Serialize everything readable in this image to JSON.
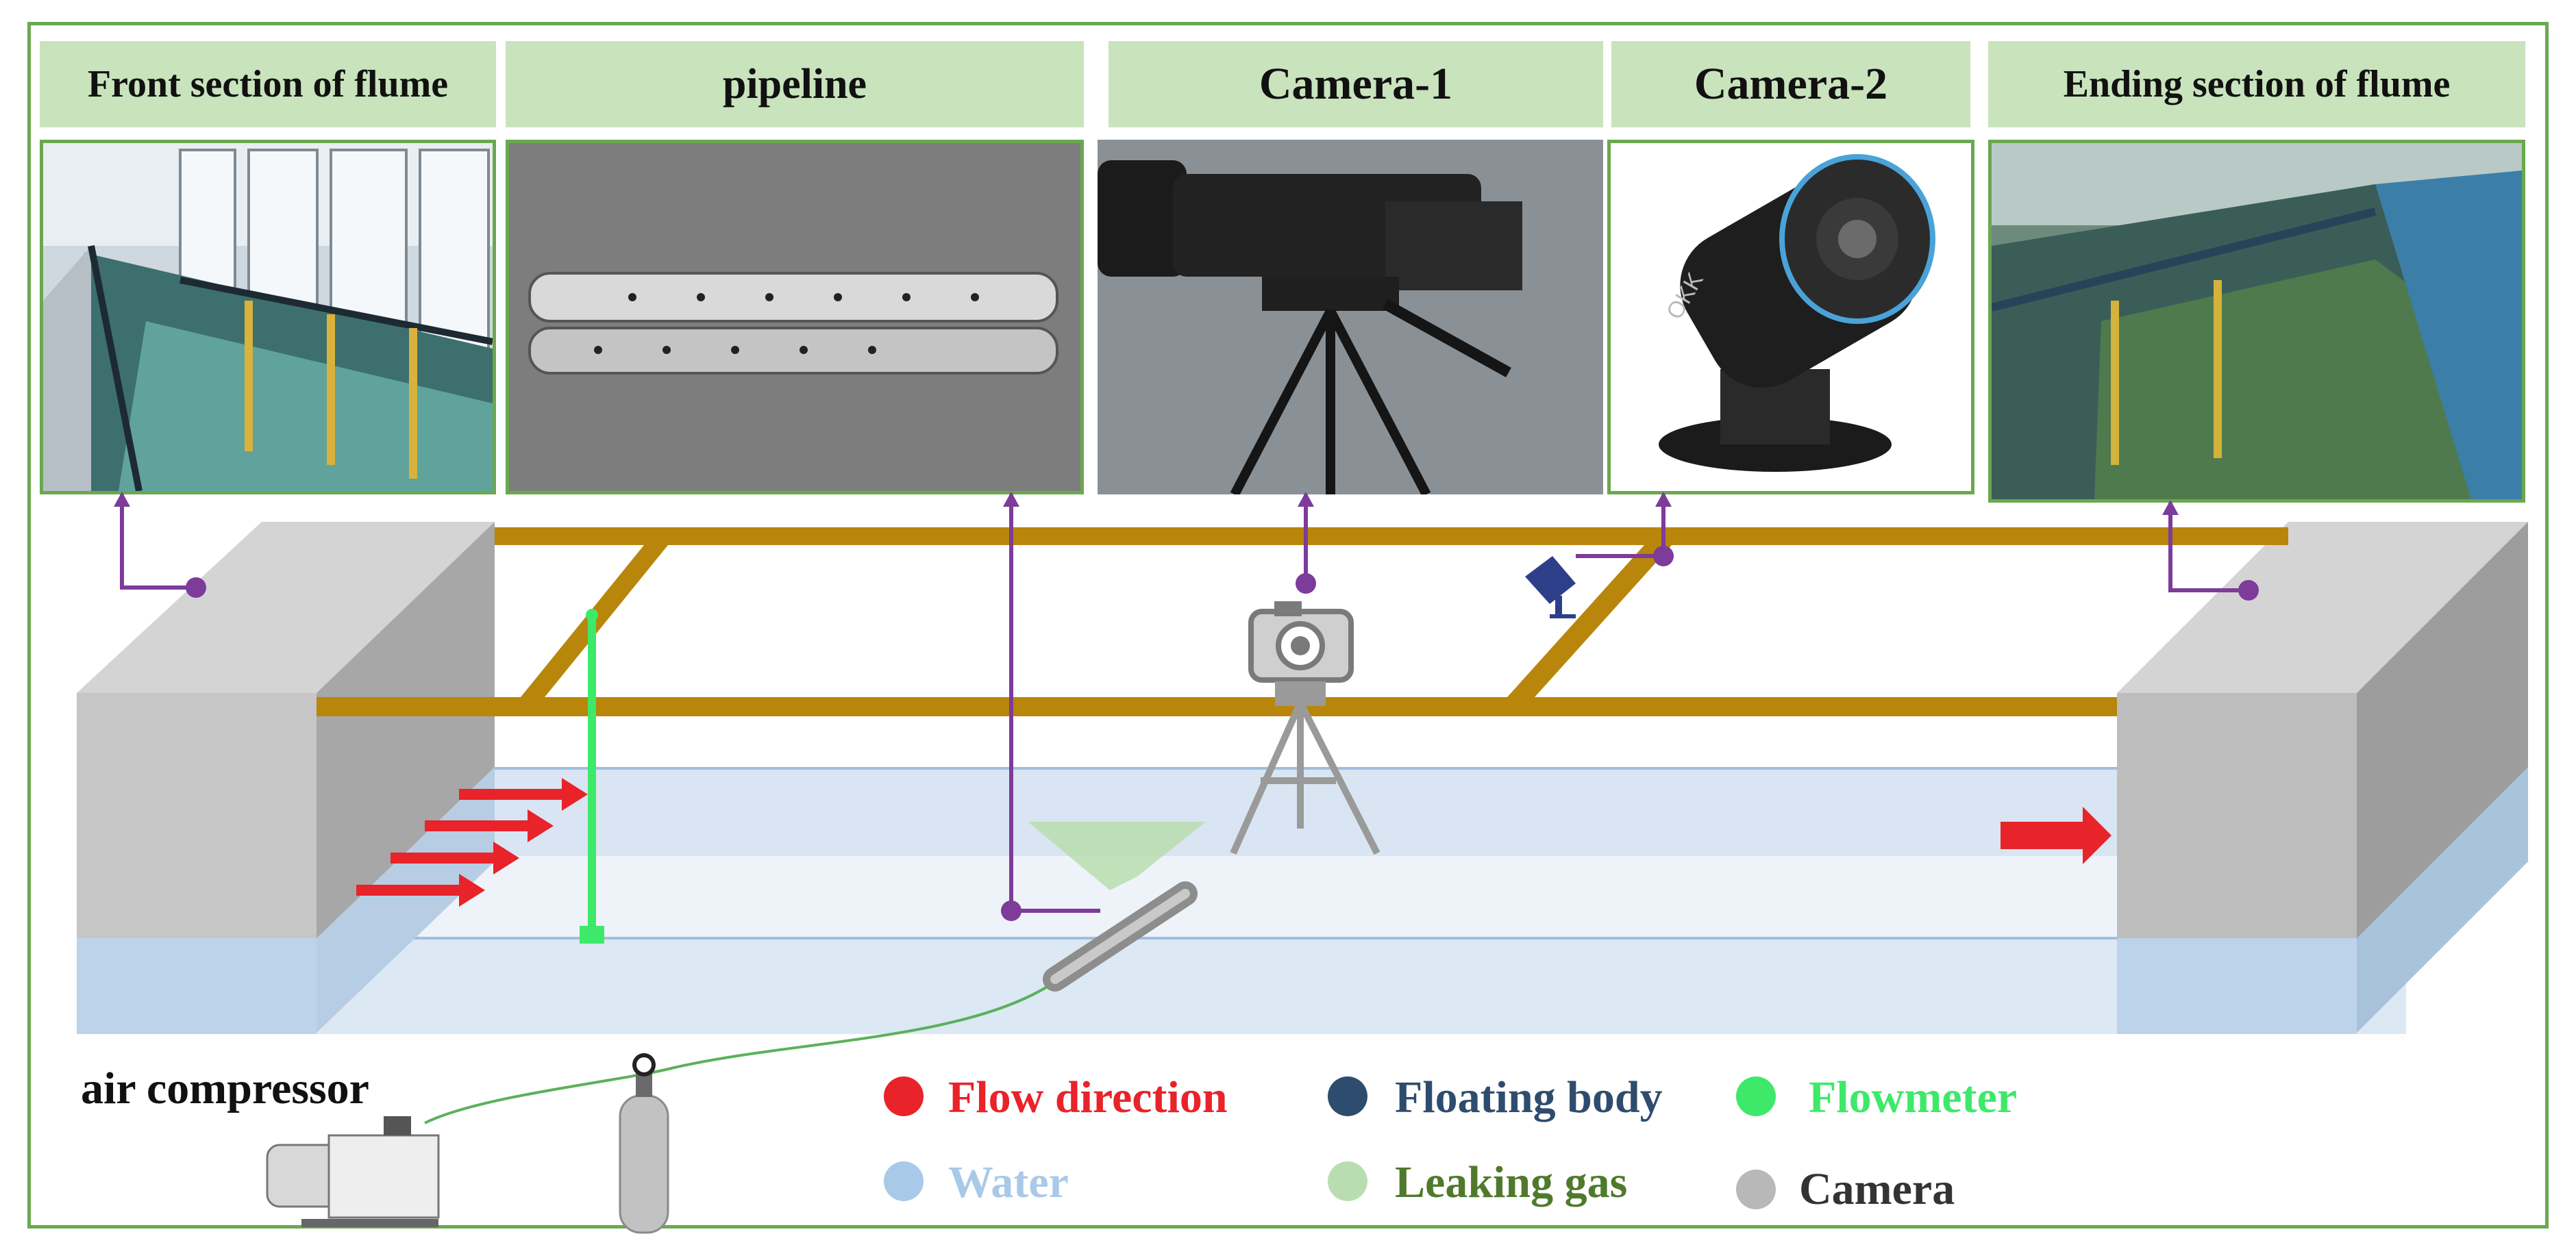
{
  "headers": {
    "front": "Front section of flume",
    "pipeline": "pipeline",
    "camera1": "Camera-1",
    "camera2": "Camera-2",
    "ending": "Ending section of flume"
  },
  "air_compressor": "air compressor",
  "camera2_brand": "OKK",
  "legend": [
    {
      "label": "Flow direction",
      "color": "#e8232a"
    },
    {
      "label": "Floating body",
      "color": "#2e4d6e"
    },
    {
      "label": "Flowmeter",
      "color": "#3ee96a"
    },
    {
      "label": "Water",
      "color": "#a9c9e8"
    },
    {
      "label": "Leaking gas",
      "color": "#b9ddb0"
    },
    {
      "label": "Camera",
      "color": "#b8b8b8"
    }
  ],
  "colors": {
    "frame": "#6aa84f",
    "header_bg": "#c9e3bd",
    "beam": "#b8860b",
    "leader": "#7d3b9a",
    "arrow": "#e8232a"
  }
}
